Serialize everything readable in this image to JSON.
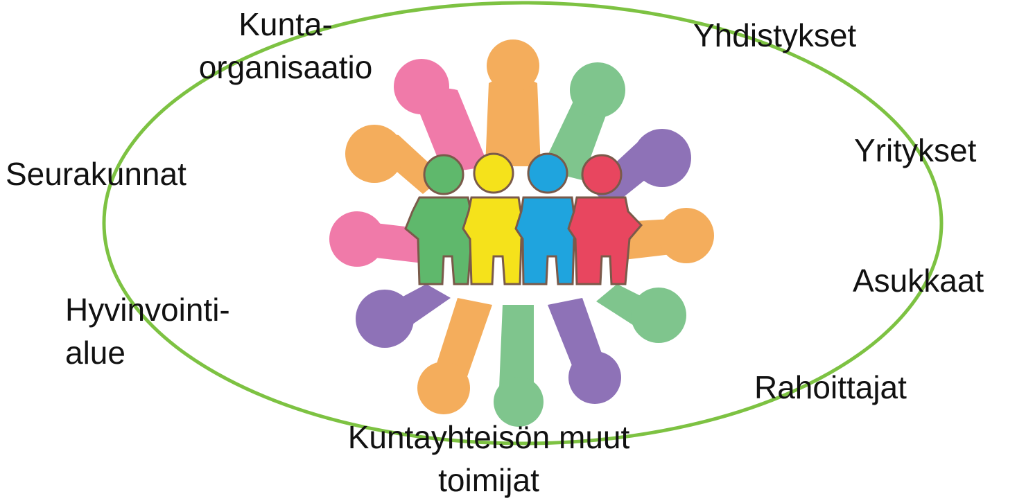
{
  "diagram": {
    "center_illustration": {
      "icon": "puzzle-people-icon",
      "people_colors": [
        "#5fb86c",
        "#f5e21b",
        "#1fa4de",
        "#e8465f"
      ],
      "ring_colors": [
        "#f07aa9",
        "#f4ad5c",
        "#7fc58d",
        "#8e72b7"
      ]
    },
    "ellipse_color": "#7dc242",
    "stakeholders": {
      "kunta_organisaatio": [
        "Kunta-",
        "organisaatio"
      ],
      "yhdistykset": [
        "Yhdistykset"
      ],
      "seurakunnat": [
        "Seurakunnat"
      ],
      "yritykset": [
        "Yritykset"
      ],
      "asukkaat": [
        "Asukkaat"
      ],
      "hyvinvointialue": [
        "Hyvinvointi-",
        "alue"
      ],
      "rahoittajat": [
        "Rahoittajat"
      ],
      "kuntayhteison_muut_toimijat": [
        "Kuntayhteisön muut",
        "toimijat"
      ]
    }
  }
}
